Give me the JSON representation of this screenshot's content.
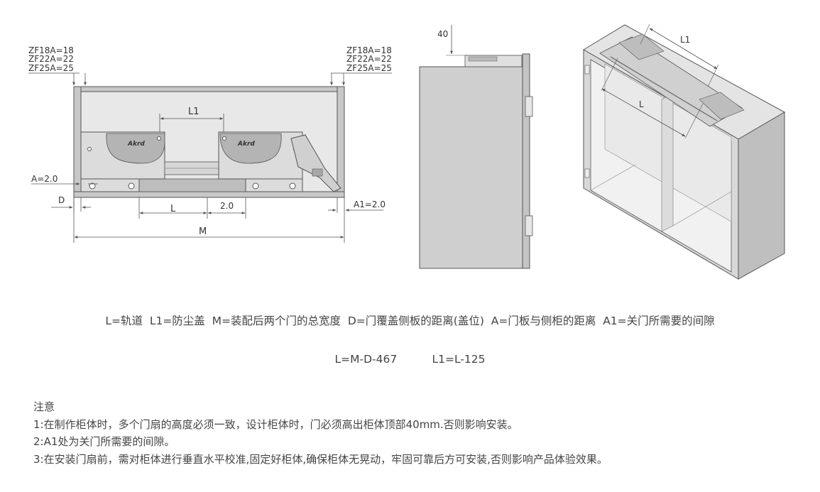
{
  "front_view": {
    "spec_left": [
      "ZF18A=18",
      "ZF22A=22",
      "ZF25A=25"
    ],
    "spec_right": [
      "ZF18A=18",
      "ZF22A=22",
      "ZF25A=25"
    ],
    "brand": "Akrd",
    "label_l1": "L1",
    "label_a": "A=2.0",
    "label_d": "D",
    "label_l": "L",
    "label_gap": "2.0",
    "label_a1": "A1=2.0",
    "label_m": "M"
  },
  "side_view": {
    "label_40": "40"
  },
  "iso_view": {
    "label_l1": "L1",
    "label_l": "L"
  },
  "legend": "L=轨道  L1=防尘盖  M=装配后两个门的总宽度  D=门覆盖侧板的距离(盖位)  A=门板与侧柜的距离  A1=关门所需要的间隙",
  "formulas": [
    "L=M-D-467",
    "L1=L-125"
  ],
  "notes": {
    "title": "注意",
    "items": [
      "1:在制作柜体时，多个门扇的高度必须一致，设计柜体时，门必须高出柜体顶部40mm.否则影响安装。",
      "2:A1处为关门所需要的间隙。",
      "3:在安装门扇前，需对柜体进行垂直水平校准,固定好柜体,确保柜体无晃动，牢固可靠后方可安装,否则影响产品体验效果。"
    ]
  },
  "colors": {
    "cabinet": "#e8e8e8",
    "panel": "#c8c8c8",
    "door": "#cfcfcf",
    "outline": "#555555",
    "dimension": "#555555"
  }
}
